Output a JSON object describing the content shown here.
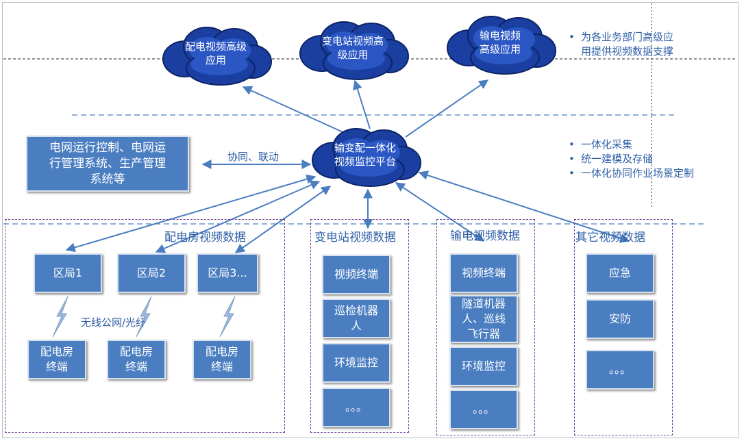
{
  "clouds": {
    "dist": "配电视频高级\n应用",
    "sub": "变电站视频高\n级应用",
    "trans": "输电视频\n高级应用",
    "platform": "输变配一体化\n视频监控平台"
  },
  "notes": {
    "top": "为各业务部门高级应\n用提供视频数据支撑",
    "mid": [
      "一体化采集",
      "统一建模及存储",
      "一体化协同作业场景定制"
    ]
  },
  "left_system": "电网运行控制、电网运\n行管理系统、生产管理\n系统等",
  "link_label": "协同、联动",
  "wireless_label": "无线公网/光纤",
  "groups": {
    "dist": {
      "title": "配电房视频数据",
      "bureaus": [
        "区局1",
        "区局2",
        "区局3..."
      ],
      "terminals": [
        "配电房\n终端",
        "配电房\n终端",
        "配电房\n终端"
      ]
    },
    "sub": {
      "title": "变电站视频数据",
      "items": [
        "视频终端",
        "巡检机器\n人",
        "环境监控",
        "。。。"
      ]
    },
    "trans": {
      "title": "输电视频数据",
      "items": [
        "视频终端",
        "隧道机器\n人、巡线\n飞行器",
        "环境监控",
        "。。。"
      ]
    },
    "other": {
      "title": "其它视频数据",
      "items": [
        "应急",
        "安防",
        "。。。"
      ]
    }
  }
}
